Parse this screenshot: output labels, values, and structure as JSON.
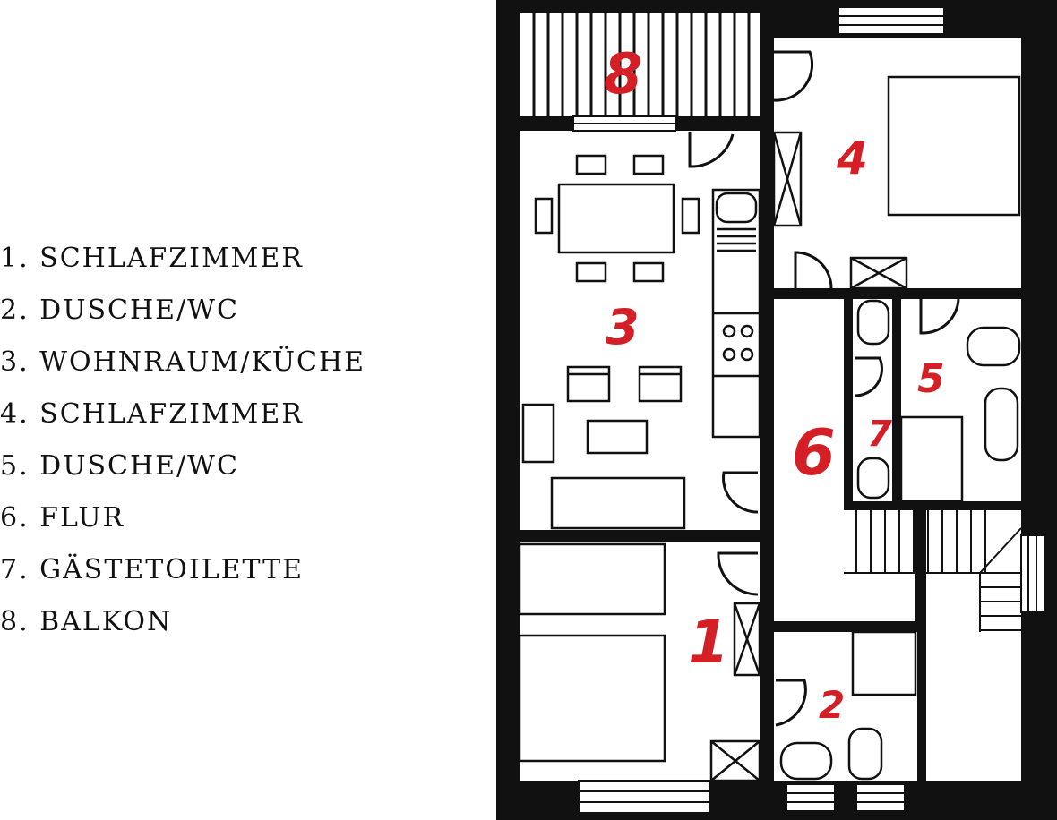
{
  "legend": [
    {
      "num": "1.",
      "name": "SCHLAFZIMMER"
    },
    {
      "num": "2.",
      "name": "DUSCHE/WC"
    },
    {
      "num": "3.",
      "name": "WOHNRAUM/KÜCHE"
    },
    {
      "num": "4.",
      "name": "SCHLAFZIMMER"
    },
    {
      "num": "5.",
      "name": "DUSCHE/WC"
    },
    {
      "num": "6.",
      "name": "FLUR"
    },
    {
      "num": "7.",
      "name": "GÄSTETOILETTE"
    },
    {
      "num": "8.",
      "name": "BALKON"
    }
  ],
  "floorplan": {
    "room_numbers": [
      "1",
      "2",
      "3",
      "4",
      "5",
      "6",
      "7",
      "8"
    ]
  },
  "colors": {
    "wall": "#111111",
    "room_number": "#d41f26",
    "background": "#ffffff"
  }
}
